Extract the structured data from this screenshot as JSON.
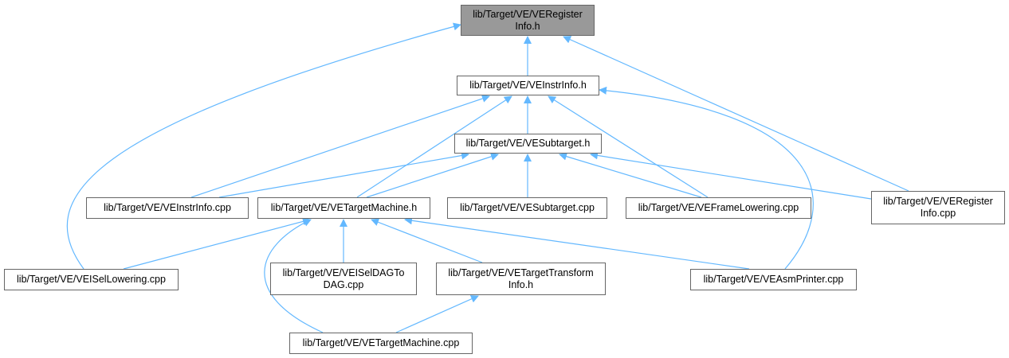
{
  "colors": {
    "edge": "#63b8ff",
    "root_fill": "#999999",
    "node_border": "#666666"
  },
  "nodes": [
    {
      "id": "reginfo_h",
      "label": "lib/Target/VE/VERegister\nInfo.h",
      "root": true
    },
    {
      "id": "instrinfo_h",
      "label": "lib/Target/VE/VEInstrInfo.h"
    },
    {
      "id": "subtarget_h",
      "label": "lib/Target/VE/VESubtarget.h"
    },
    {
      "id": "instrinfo_cpp",
      "label": "lib/Target/VE/VEInstrInfo.cpp"
    },
    {
      "id": "targetmachine_h",
      "label": "lib/Target/VE/VETargetMachine.h"
    },
    {
      "id": "subtarget_cpp",
      "label": "lib/Target/VE/VESubtarget.cpp"
    },
    {
      "id": "framelowering_cpp",
      "label": "lib/Target/VE/VEFrameLowering.cpp"
    },
    {
      "id": "reginfo_cpp",
      "label": "lib/Target/VE/VERegister\nInfo.cpp"
    },
    {
      "id": "isellowering_cpp",
      "label": "lib/Target/VE/VEISelLowering.cpp"
    },
    {
      "id": "iseldagtodag_cpp",
      "label": "lib/Target/VE/VEISelDAGTo\nDAG.cpp"
    },
    {
      "id": "tti_h",
      "label": "lib/Target/VE/VETargetTransform\nInfo.h"
    },
    {
      "id": "asmprinter_cpp",
      "label": "lib/Target/VE/VEAsmPrinter.cpp"
    },
    {
      "id": "targetmachine_cpp",
      "label": "lib/Target/VE/VETargetMachine.cpp"
    }
  ],
  "edges": [
    {
      "from": "instrinfo_h",
      "to": "reginfo_h"
    },
    {
      "from": "reginfo_cpp",
      "to": "reginfo_h"
    },
    {
      "from": "isellowering_cpp",
      "to": "reginfo_h"
    },
    {
      "from": "subtarget_h",
      "to": "instrinfo_h"
    },
    {
      "from": "instrinfo_cpp",
      "to": "instrinfo_h"
    },
    {
      "from": "targetmachine_h",
      "to": "instrinfo_h"
    },
    {
      "from": "framelowering_cpp",
      "to": "instrinfo_h"
    },
    {
      "from": "asmprinter_cpp",
      "to": "instrinfo_h"
    },
    {
      "from": "instrinfo_cpp",
      "to": "subtarget_h"
    },
    {
      "from": "targetmachine_h",
      "to": "subtarget_h"
    },
    {
      "from": "subtarget_cpp",
      "to": "subtarget_h"
    },
    {
      "from": "framelowering_cpp",
      "to": "subtarget_h"
    },
    {
      "from": "reginfo_cpp",
      "to": "subtarget_h"
    },
    {
      "from": "isellowering_cpp",
      "to": "targetmachine_h"
    },
    {
      "from": "iseldagtodag_cpp",
      "to": "targetmachine_h"
    },
    {
      "from": "tti_h",
      "to": "targetmachine_h"
    },
    {
      "from": "asmprinter_cpp",
      "to": "targetmachine_h"
    },
    {
      "from": "targetmachine_cpp",
      "to": "targetmachine_h"
    },
    {
      "from": "targetmachine_cpp",
      "to": "tti_h"
    }
  ]
}
